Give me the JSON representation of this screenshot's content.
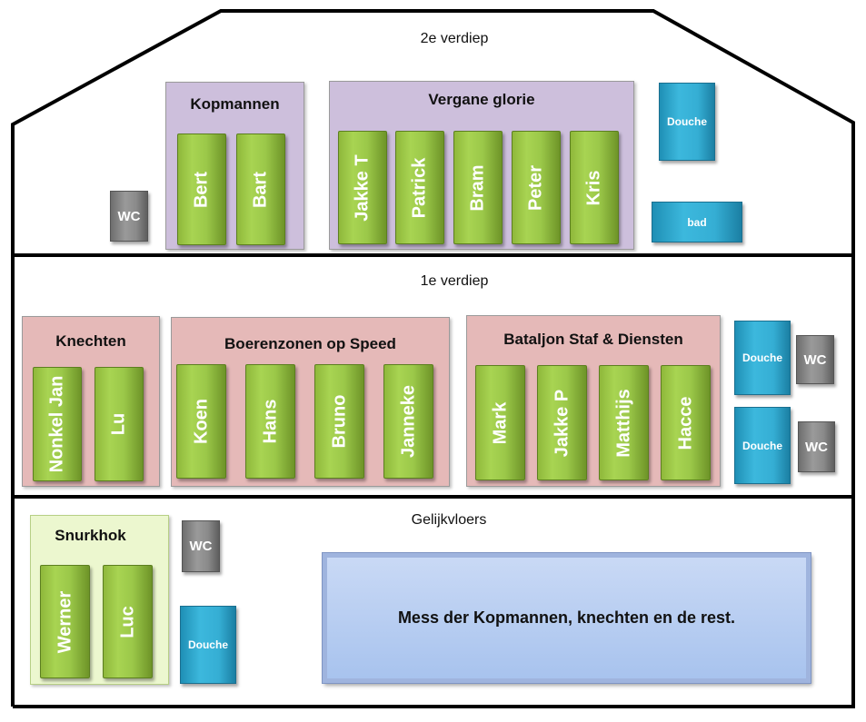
{
  "floors": {
    "top": {
      "label": "2e verdiep",
      "rooms": [
        {
          "title": "Kopmannen",
          "beds": [
            "Bert",
            "Bart"
          ]
        },
        {
          "title": "Vergane glorie",
          "beds": [
            "Jakke T",
            "Patrick",
            "Bram",
            "Peter",
            "Kris"
          ]
        }
      ],
      "douche": "Douche",
      "bad": "bad",
      "wc": "WC"
    },
    "middle": {
      "label": "1e verdiep",
      "rooms": [
        {
          "title": "Knechten",
          "beds": [
            "Nonkel Jan",
            "Lu"
          ]
        },
        {
          "title": "Boerenzonen op Speed",
          "beds": [
            "Koen",
            "Hans",
            "Bruno",
            "Janneke"
          ]
        },
        {
          "title": "Bataljon Staf & Diensten",
          "beds": [
            "Mark",
            "Jakke P",
            "Matthijs",
            "Hacce"
          ]
        }
      ],
      "douches": [
        "Douche",
        "Douche"
      ],
      "wcs": [
        "WC",
        "WC"
      ]
    },
    "ground": {
      "label": "Gelijkvloers",
      "rooms": [
        {
          "title": "Snurkhok",
          "beds": [
            "Werner",
            "Luc"
          ]
        }
      ],
      "wc": "WC",
      "douche": "Douche",
      "mess": "Mess der Kopmannen, knechten en de rest."
    }
  },
  "colors": {
    "outline": "#000000",
    "room_top": "#cdbfdc",
    "room_middle": "#e5b9b8",
    "room_ground": "#ecf7cf",
    "bed": "#9bc849",
    "douche": "#35aed4",
    "wc": "#8a8a8a",
    "mess": "#b4cbf0"
  }
}
